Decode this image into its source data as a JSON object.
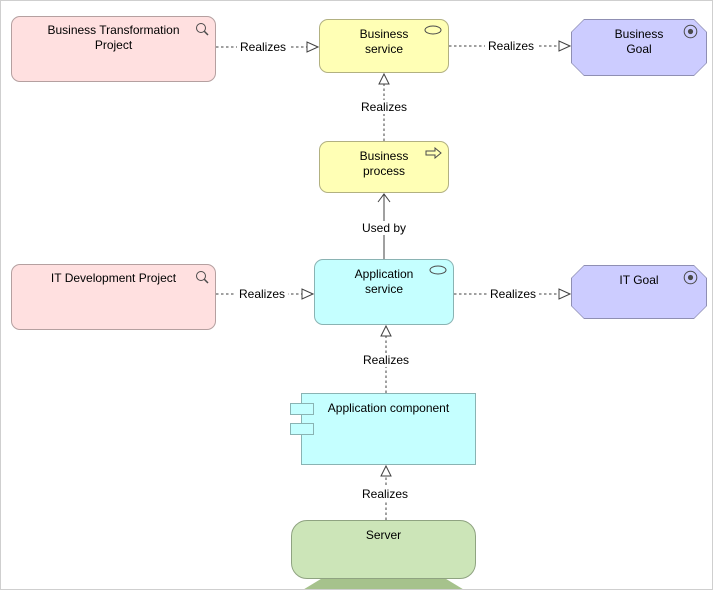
{
  "nodes": {
    "business_transformation_project": {
      "label": "Business Transformation Project",
      "icon": "work-package-icon"
    },
    "business_service": {
      "label": "Business service",
      "icon": "service-icon"
    },
    "business_goal": {
      "label": "Business Goal",
      "icon": "goal-icon"
    },
    "business_process": {
      "label": "Business process",
      "icon": "process-icon"
    },
    "it_development_project": {
      "label": "IT Development Project",
      "icon": "work-package-icon"
    },
    "application_service": {
      "label": "Application service",
      "icon": "service-icon"
    },
    "it_goal": {
      "label": "IT Goal",
      "icon": "goal-icon"
    },
    "application_component": {
      "label": "Application component",
      "icon": "component-icon"
    },
    "server": {
      "label": "Server"
    }
  },
  "edges": [
    {
      "from": "Business Transformation Project",
      "to": "Business service",
      "label": "Realizes",
      "type": "realization"
    },
    {
      "from": "Business service",
      "to": "Business Goal",
      "label": "Realizes",
      "type": "realization"
    },
    {
      "from": "Business process",
      "to": "Business service",
      "label": "Realizes",
      "type": "realization"
    },
    {
      "from": "Application service",
      "to": "Business process",
      "label": "Used by",
      "type": "serving"
    },
    {
      "from": "IT Development Project",
      "to": "Application service",
      "label": "Realizes",
      "type": "realization"
    },
    {
      "from": "Application service",
      "to": "IT Goal",
      "label": "Realizes",
      "type": "realization"
    },
    {
      "from": "Application component",
      "to": "Application service",
      "label": "Realizes",
      "type": "realization"
    },
    {
      "from": "Server",
      "to": "Application component",
      "label": "Realizes",
      "type": "realization"
    }
  ],
  "colors": {
    "pink_fill": "#FFE0E0",
    "pink_border": "#B5A0A0",
    "yellow_fill": "#FFFFB5",
    "yellow_border": "#B2B181",
    "cyan_fill": "#C5FFFF",
    "cyan_border": "#8AB3B3",
    "purple_fill": "#CCCCFF",
    "purple_border": "#8F8FB3",
    "green_fill": "#CCE5B8",
    "green_border": "#8FA381",
    "green_dark": "#A6C28C",
    "line": "#404040"
  }
}
